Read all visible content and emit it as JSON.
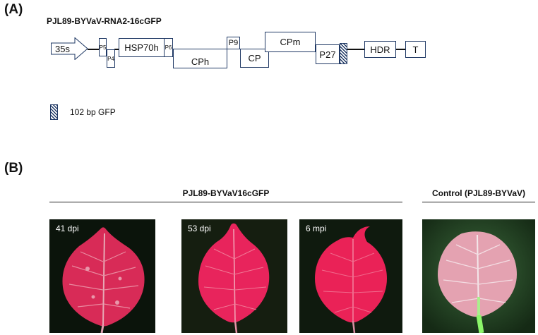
{
  "panel_a": {
    "label": "(A)",
    "construct_title": "PJL89-BYVaV-RNA2-16cGFP",
    "elements": {
      "promoter": "35s",
      "p5": "P5",
      "p4": "P4",
      "hsp70h": "HSP70h",
      "p6": "P6",
      "cph": "CPh",
      "p9": "P9",
      "cp": "CP",
      "cpm": "CPm",
      "p27": "P27",
      "hdr": "HDR",
      "terminator": "T"
    },
    "legend": {
      "label": "102 bp GFP"
    }
  },
  "panel_b": {
    "label": "(B)",
    "group_label": "PJL89-BYVaV16cGFP",
    "control_label": "Control (PJL89-BYVaV)",
    "photos": [
      {
        "time_label": "41 dpi"
      },
      {
        "time_label": "53 dpi"
      },
      {
        "time_label": "6 mpi"
      },
      {
        "time_label": ""
      }
    ]
  },
  "colors": {
    "outline": "#1f3864",
    "leaf_red": "#e0245e",
    "control_leaf": "#e4a1b0",
    "gfp_green": "#8cf56a",
    "background_dark": "#0d1a0d"
  }
}
